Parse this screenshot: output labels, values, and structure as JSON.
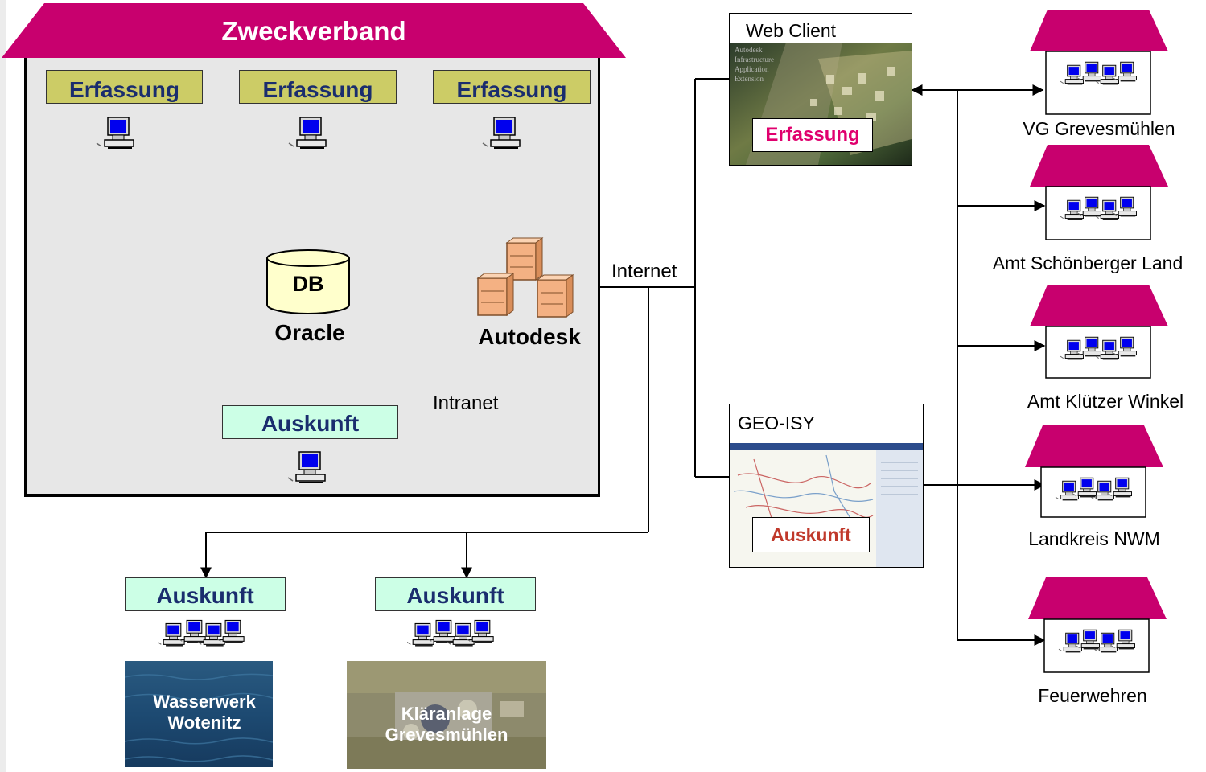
{
  "zweckverband": {
    "title": "Zweckverband",
    "erfassung": [
      "Erfassung",
      "Erfassung",
      "Erfassung"
    ],
    "db_label": "DB",
    "oracle_label": "Oracle",
    "autodesk_label": "Autodesk",
    "intranet_label": "Intranet",
    "auskunft_label": "Auskunft"
  },
  "internet_label": "Internet",
  "web_client": {
    "title": "Web Client",
    "button": "Erfassung"
  },
  "geo_isy": {
    "title": "GEO-ISY",
    "button": "Auskunft"
  },
  "remote_sites": [
    {
      "auskunft": "Auskunft",
      "caption": "Wasserwerk\nWotenitz"
    },
    {
      "auskunft": "Auskunft",
      "caption": "Kläranlage\nGrevesmühlen"
    }
  ],
  "organisations": [
    "VG Grevesmühlen",
    "Amt Schönberger Land",
    "Amt Klützer Winkel",
    "Landkreis NWM",
    "Feuerwehren"
  ],
  "colors": {
    "roof": "#c8006e",
    "erfassung_bg": "#cccc66",
    "auskunft_bg": "#ccffe6",
    "label_text": "#1a2d6e",
    "panel_bg": "#e7e7e7",
    "erfassung_pink": "#e0006e",
    "auskunft_red": "#c0392b"
  }
}
